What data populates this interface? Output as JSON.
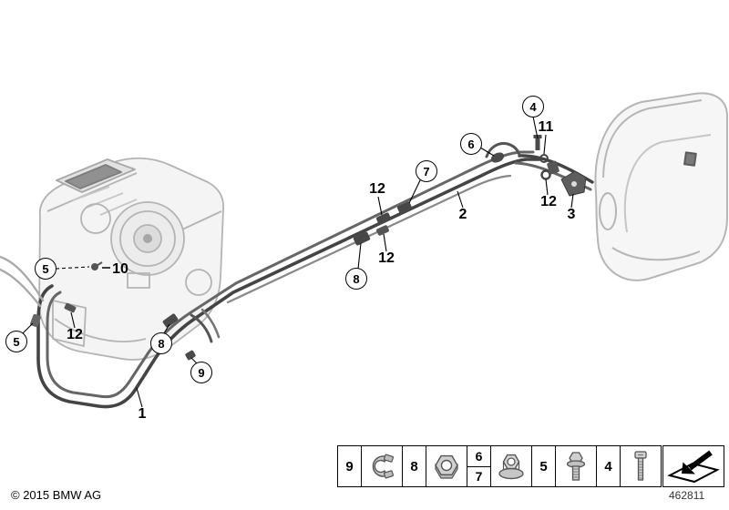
{
  "diagram": {
    "callouts": [
      {
        "label": "1",
        "style": "plain"
      },
      {
        "label": "2",
        "style": "plain"
      },
      {
        "label": "3",
        "style": "plain"
      },
      {
        "label": "4",
        "style": "circle"
      },
      {
        "label": "5",
        "style": "circle"
      },
      {
        "label": "5",
        "style": "circle"
      },
      {
        "label": "6",
        "style": "circle"
      },
      {
        "label": "7",
        "style": "circle"
      },
      {
        "label": "8",
        "style": "circle"
      },
      {
        "label": "8",
        "style": "circle"
      },
      {
        "label": "9",
        "style": "circle"
      },
      {
        "label": "10",
        "style": "plain"
      },
      {
        "label": "11",
        "style": "plain"
      },
      {
        "label": "12",
        "style": "plain"
      },
      {
        "label": "12",
        "style": "plain"
      },
      {
        "label": "12",
        "style": "plain"
      },
      {
        "label": "12",
        "style": "plain"
      }
    ]
  },
  "legend": {
    "cells": [
      {
        "number": "9",
        "icon": "hose-clip-icon"
      },
      {
        "number": "8",
        "icon": "hex-nut-icon"
      },
      {
        "number": "6",
        "number2": "7",
        "icon": "flange-nut-icon"
      },
      {
        "number": "5",
        "icon": "hex-flange-bolt-icon"
      },
      {
        "number": "4",
        "icon": "cylinder-screw-icon"
      }
    ]
  },
  "footer": {
    "copyright": "© 2015 BMW AG",
    "diagram_number": "462811"
  },
  "colors": {
    "pipe_dark": "#444444",
    "pipe_light": "#888888",
    "unit_line": "#b4b4b4"
  }
}
